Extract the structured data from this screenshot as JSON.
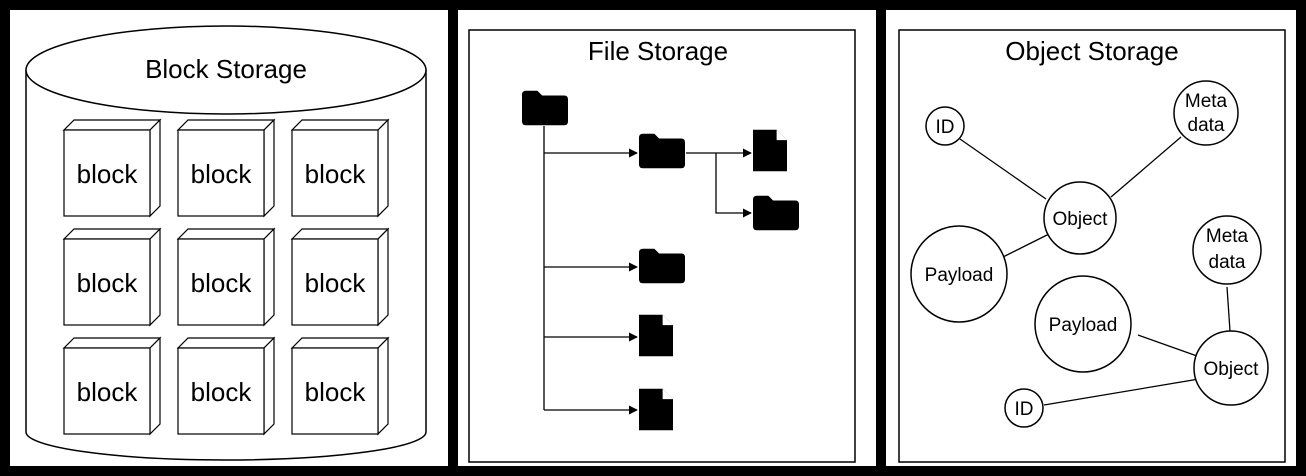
{
  "colors": {
    "background": "#000000",
    "panel": "#ffffff",
    "stroke": "#000000"
  },
  "block_storage": {
    "title": "Block Storage",
    "blocks": [
      "block",
      "block",
      "block",
      "block",
      "block",
      "block",
      "block",
      "block",
      "block"
    ]
  },
  "file_storage": {
    "title": "File Storage",
    "icons": {
      "root": "folder-icon",
      "level1": [
        "folder-icon",
        "folder-icon",
        "file-icon",
        "file-icon"
      ],
      "level2": [
        "file-icon",
        "folder-icon"
      ]
    }
  },
  "object_storage": {
    "title": "Object Storage",
    "object1": {
      "object": "Object",
      "id": "ID",
      "metadata": [
        "Meta",
        "data"
      ],
      "payload": "Payload"
    },
    "object2": {
      "object": "Object",
      "id": "ID",
      "metadata": [
        "Meta",
        "data"
      ],
      "payload": "Payload"
    }
  }
}
